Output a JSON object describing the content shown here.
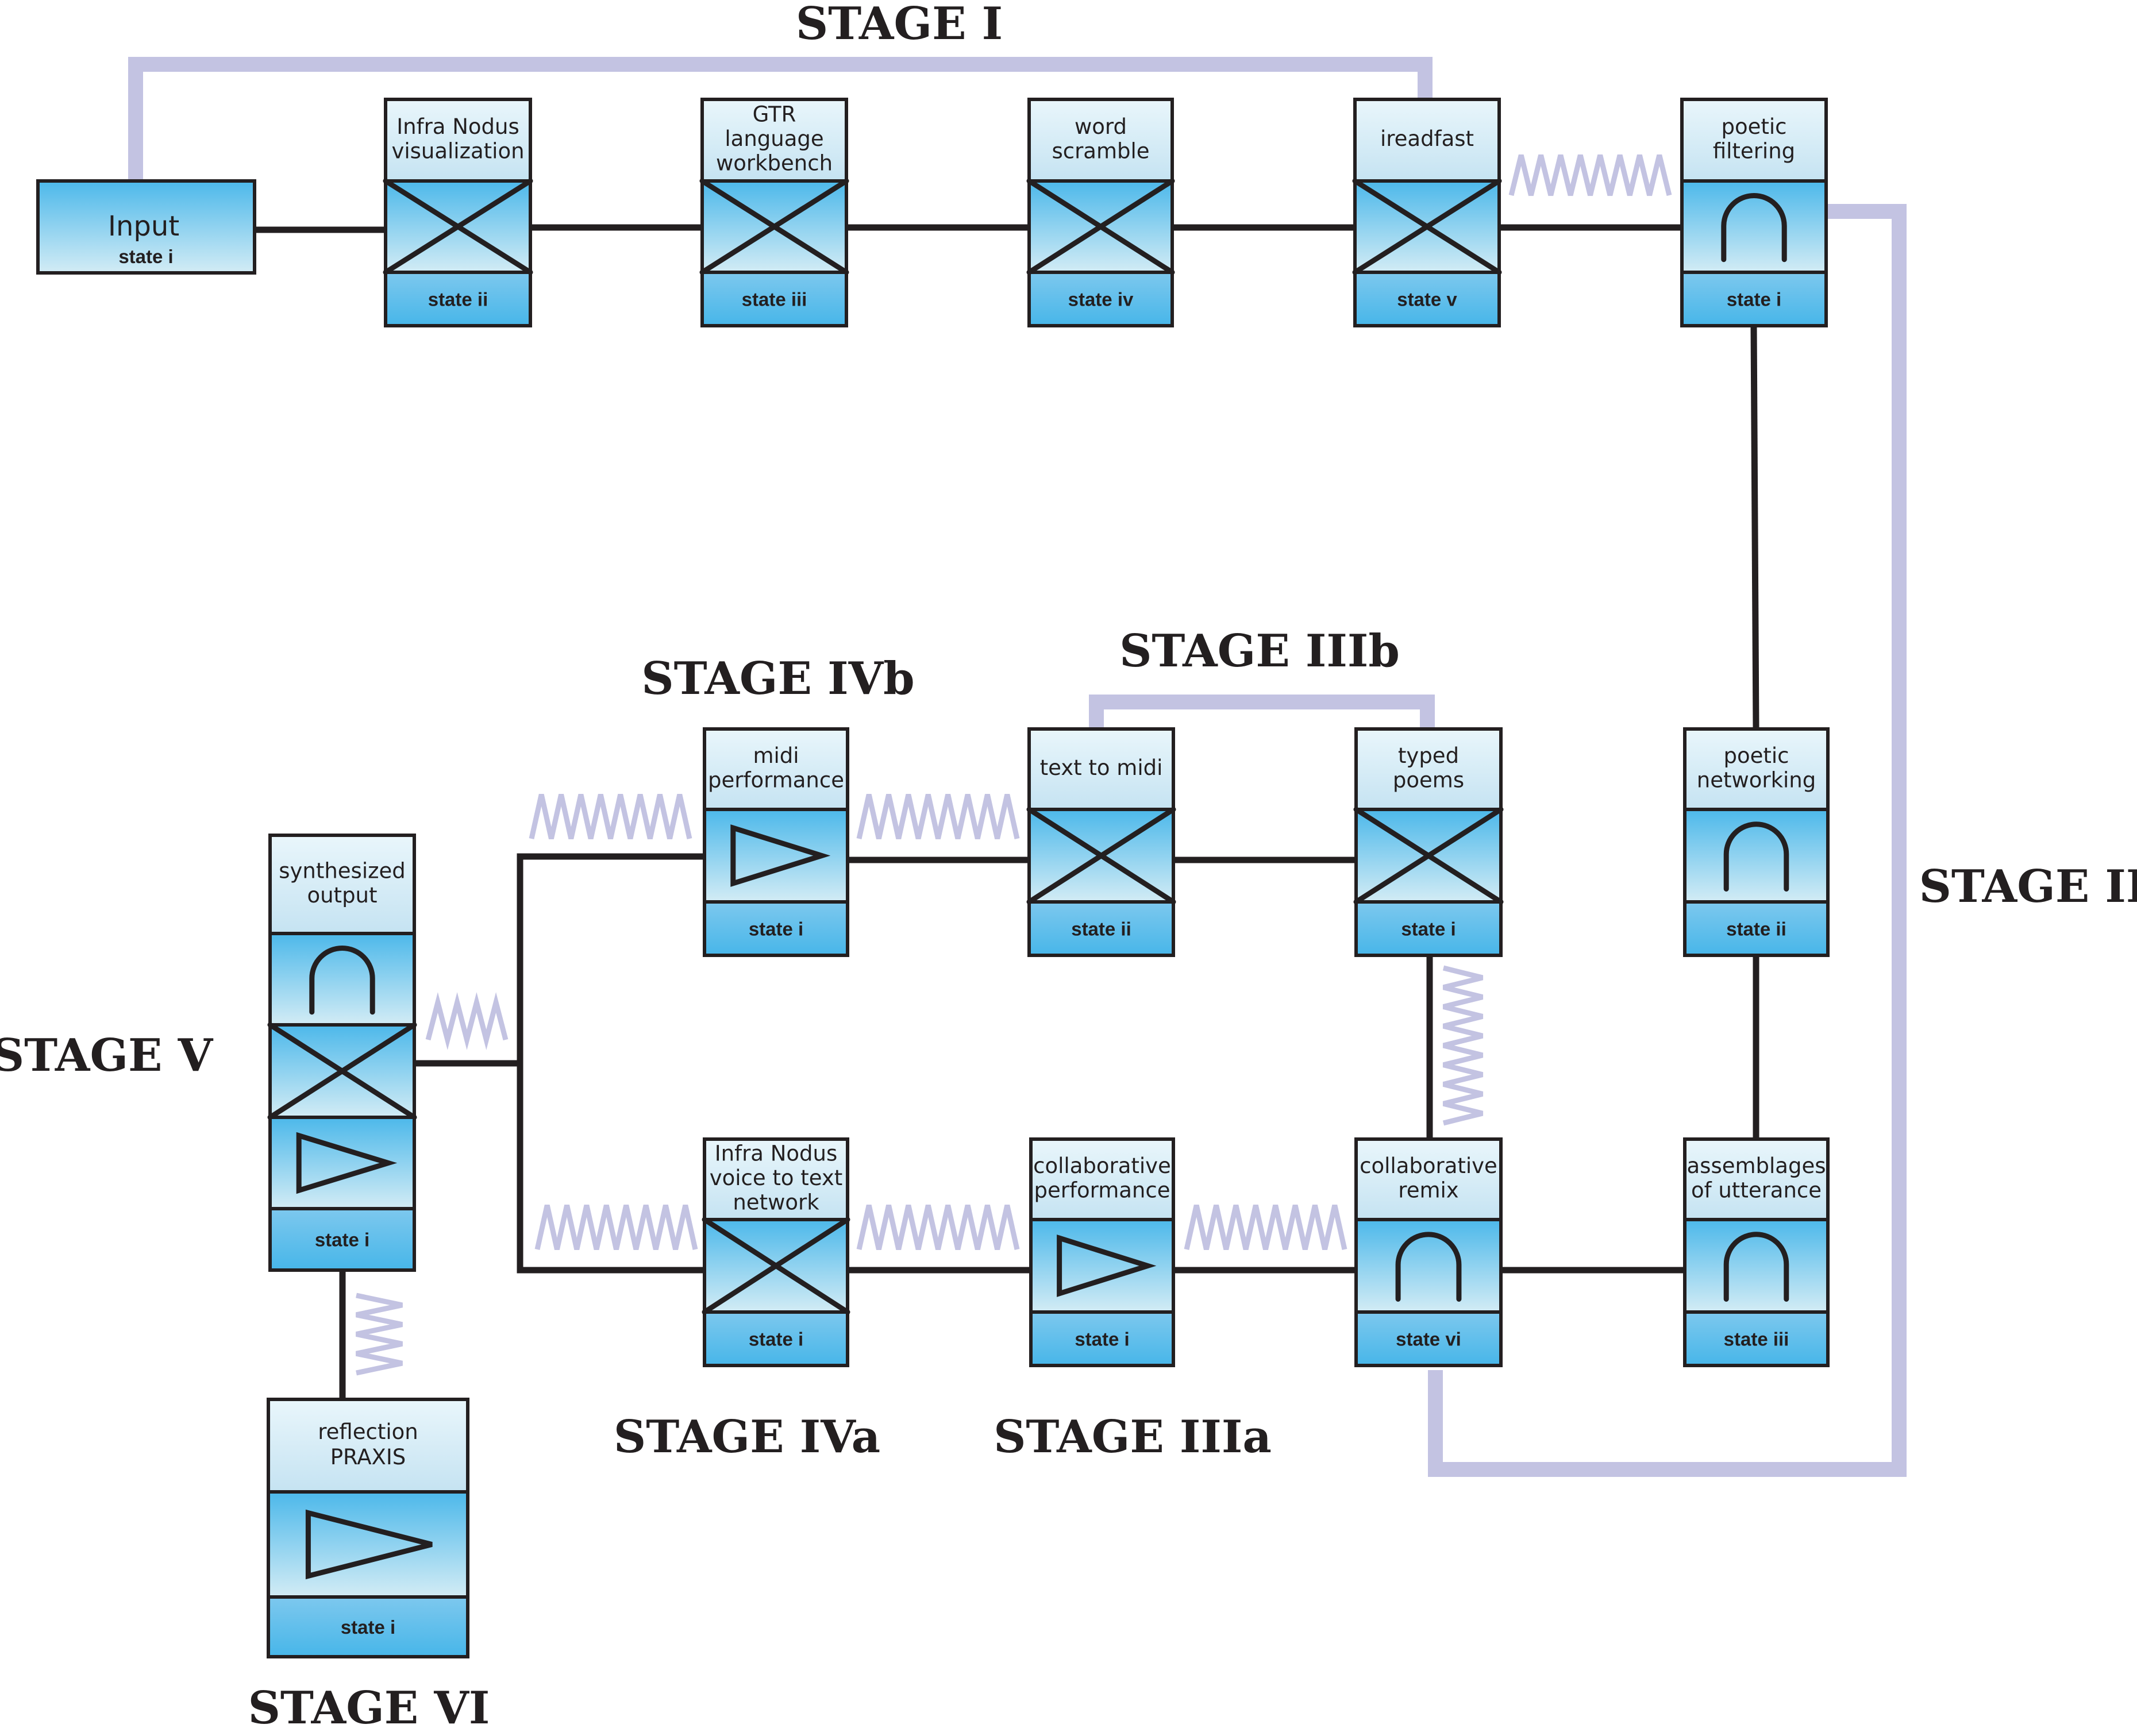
{
  "colors": {
    "stroke": "#231f20",
    "feedback_loop": "#c3c3e2",
    "block_light": "#e8f5fb",
    "block_mid": "#c8e5f3",
    "block_dark": "#4cb8ea"
  },
  "stages": {
    "stage_1": "STAGE I",
    "stage_2": "STAGE II",
    "stage_3a": "STAGE IIIa",
    "stage_3b": "STAGE IIIb",
    "stage_4a": "STAGE IVa",
    "stage_4b": "STAGE IVb",
    "stage_5": "STAGE V",
    "stage_6": "STAGE VI"
  },
  "input": {
    "label": "Input",
    "state": "state i"
  },
  "blocks": {
    "infra_vis": {
      "lines": [
        "Infra Nodus",
        "visualization"
      ],
      "symbol": "cross-icon",
      "state": "state ii"
    },
    "gtr": {
      "lines": [
        "GTR",
        "language",
        "workbench"
      ],
      "symbol": "cross-icon",
      "state": "state iii"
    },
    "scramble": {
      "lines": [
        "word",
        "scramble"
      ],
      "symbol": "cross-icon",
      "state": "state iv"
    },
    "ireadfast": {
      "lines": [
        "ireadfast"
      ],
      "symbol": "cross-icon",
      "state": "state v"
    },
    "filtering": {
      "lines": [
        "poetic",
        "filtering"
      ],
      "symbol": "arch-icon",
      "state": "state i"
    },
    "midi_perf": {
      "lines": [
        "midi",
        "performance"
      ],
      "symbol": "triangle-icon",
      "state": "state i"
    },
    "text_midi": {
      "lines": [
        "text to midi"
      ],
      "symbol": "cross-icon",
      "state": "state ii"
    },
    "typed": {
      "lines": [
        "typed",
        "poems"
      ],
      "symbol": "cross-icon",
      "state": "state i"
    },
    "networking": {
      "lines": [
        "poetic",
        "networking"
      ],
      "symbol": "arch-icon",
      "state": "state ii"
    },
    "infra_voice": {
      "lines": [
        "Infra Nodus",
        "voice to text",
        "network"
      ],
      "symbol": "cross-icon",
      "state": "state i"
    },
    "collab_perf": {
      "lines": [
        "collaborative",
        "performance"
      ],
      "symbol": "triangle-icon",
      "state": "state i"
    },
    "collab_remix": {
      "lines": [
        "collaborative",
        "remix"
      ],
      "symbol": "arch-icon",
      "state": "state vi"
    },
    "assemblages": {
      "lines": [
        "assemblages",
        "of utterance"
      ],
      "symbol": "arch-icon",
      "state": "state iii"
    },
    "synth": {
      "lines": [
        "synthesized",
        "output"
      ],
      "symbols": [
        "arch-icon",
        "cross-icon",
        "triangle-icon"
      ],
      "state": "state i"
    },
    "reflection": {
      "lines": [
        "reflection",
        "PRAXIS"
      ],
      "symbol": "triangle-icon",
      "state": "state i"
    }
  }
}
